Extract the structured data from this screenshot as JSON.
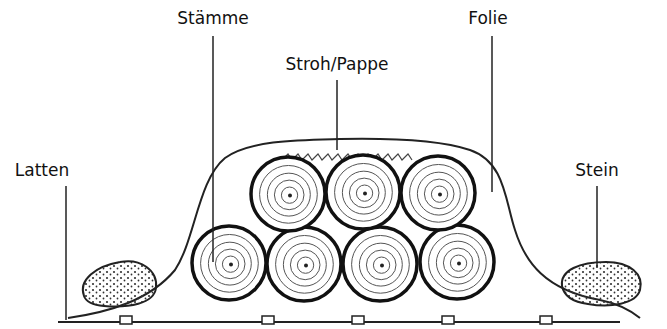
{
  "diagram": {
    "labels": [
      "Stämme",
      "Folie",
      "Stroh/Pappe",
      "Latten",
      "Stein"
    ]
  }
}
